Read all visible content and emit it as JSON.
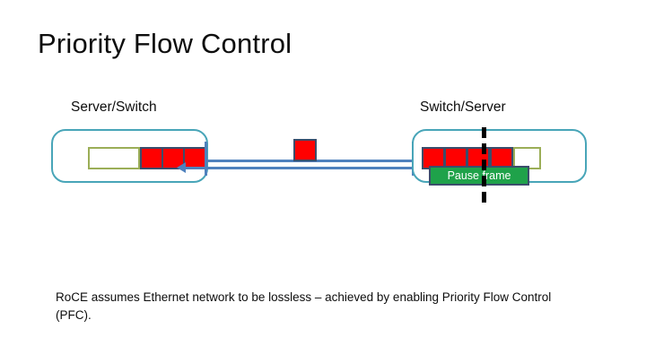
{
  "slide": {
    "title": "Priority Flow Control",
    "body_text": "RoCE assumes Ethernet network to be lossless – achieved by enabling Priority Flow Control (PFC)."
  },
  "diagram": {
    "left_endpoint_label": "Server/Switch",
    "right_endpoint_label": "Switch/Server",
    "pause_frame_label": "Pause frame",
    "left_queue": {
      "empty_slots": 1,
      "packets": 3
    },
    "in_flight_packets": 1,
    "right_queue": {
      "packets": 4,
      "empty_slots": 1
    },
    "link_directions": [
      "upper-line",
      "lower-line-arrow-left"
    ]
  },
  "colors": {
    "teal_border": "#48A5B8",
    "packet_red": "#FF0000",
    "packet_border": "#3B4D6B",
    "olive_border": "#9BAE57",
    "link_blue": "#4F81BD",
    "pause_green": "#1FA24A",
    "text_black": "#0D0D0D"
  }
}
